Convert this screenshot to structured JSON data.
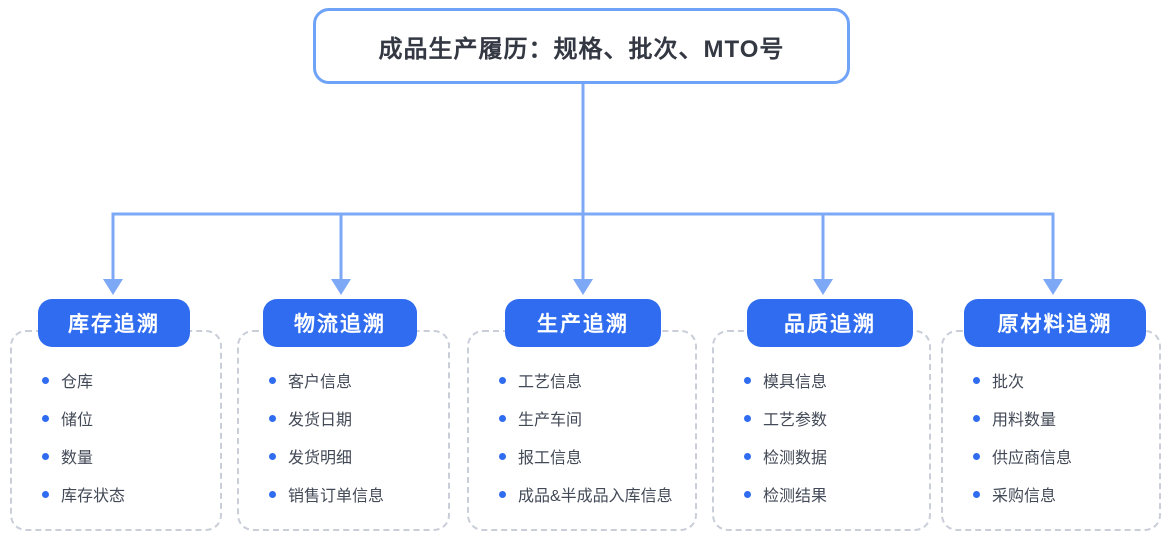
{
  "root": {
    "label": "成品生产履历：规格、批次、MTO号"
  },
  "branches": [
    {
      "id": "inventory",
      "label": "库存追溯",
      "items": [
        "仓库",
        "储位",
        "数量",
        "库存状态"
      ]
    },
    {
      "id": "logistics",
      "label": "物流追溯",
      "items": [
        "客户信息",
        "发货日期",
        "发货明细",
        "销售订单信息"
      ]
    },
    {
      "id": "production",
      "label": "生产追溯",
      "items": [
        "工艺信息",
        "生产车间",
        "报工信息",
        "成品&半成品入库信息"
      ]
    },
    {
      "id": "quality",
      "label": "品质追溯",
      "items": [
        "模具信息",
        "工艺参数",
        "检测数据",
        "检测结果"
      ]
    },
    {
      "id": "raw-material",
      "label": "原材料追溯",
      "items": [
        "批次",
        "用料数量",
        "供应商信息",
        "采购信息"
      ]
    }
  ],
  "colors": {
    "pill_blue": "#2f6cf0",
    "connector_blue": "#7da8f6",
    "border_blue": "#6fa3f8",
    "bullet_blue": "#2f6cf0",
    "dash_gray": "#c9ced8",
    "title_text": "#333843",
    "item_text": "#434a57"
  }
}
